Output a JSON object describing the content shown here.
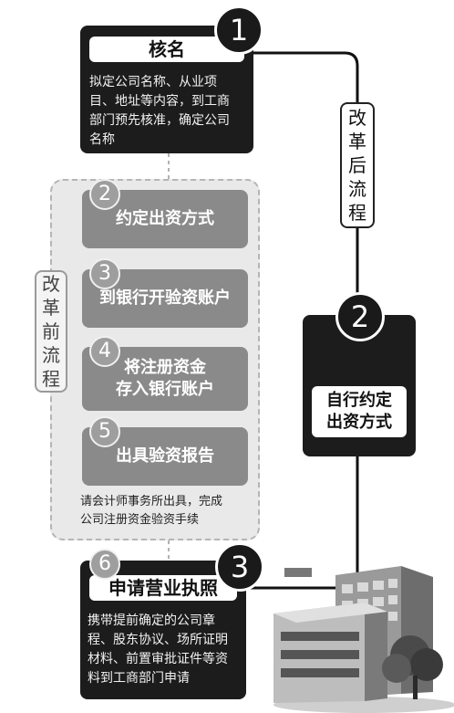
{
  "step_name": {
    "number": "1",
    "title": "核名",
    "desc_lines": [
      "拟定公司名称、从业项",
      "目、地址等内容，到工商",
      "部门预先核准，确定公司",
      "名称"
    ]
  },
  "reform_after_label": [
    "改",
    "革",
    "后",
    "流",
    "程"
  ],
  "reform_before_label": [
    "改",
    "革",
    "前",
    "流",
    "程"
  ],
  "old_steps": [
    {
      "number": "2",
      "lines": [
        "约定出资方式"
      ]
    },
    {
      "number": "3",
      "lines": [
        "到银行开验资账户"
      ]
    },
    {
      "number": "4",
      "lines": [
        "将注册资金",
        "存入银行账户"
      ]
    },
    {
      "number": "5",
      "lines": [
        "出具验资报告"
      ]
    }
  ],
  "old_note_lines": [
    "请会计师事务所出具，完成",
    "公司注册资金验资手续"
  ],
  "new_step_contribution": {
    "number": "2",
    "lines": [
      "自行约定",
      "出资方式"
    ]
  },
  "step_license": {
    "old_number": "6",
    "number": "3",
    "title": "申请营业执照",
    "desc_lines": [
      "携带提前确定的公司章",
      "程、股东协议、场所证明",
      "材料、前置审批证件等资",
      "料到工商部门申请"
    ]
  },
  "colors": {
    "dark": "#1c1c1c",
    "gray_step": "#8a8a8a",
    "region_bg": "#e9e9e9"
  }
}
